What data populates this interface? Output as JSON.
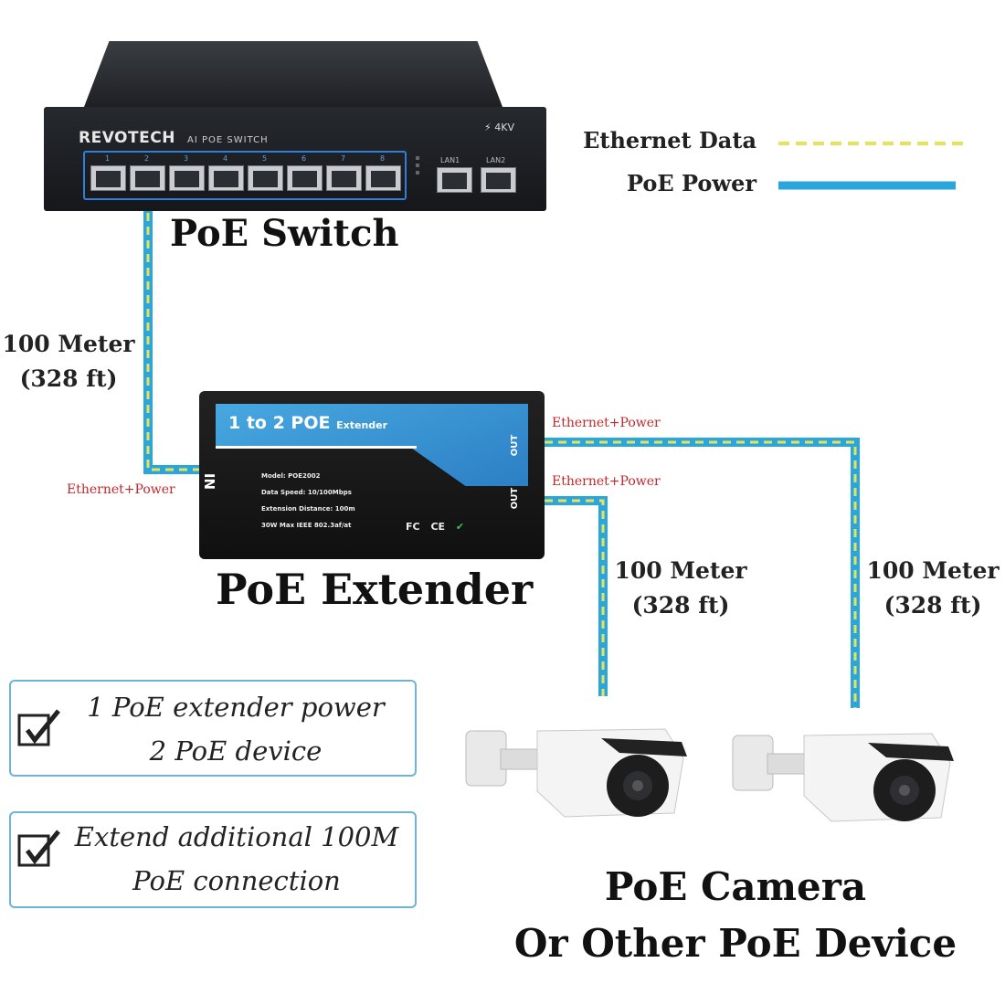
{
  "switch": {
    "brand": "REVOTECH",
    "model_tag": "AI POE SWITCH",
    "surge": "4KV",
    "port_numbers": [
      "1",
      "2",
      "3",
      "4",
      "5",
      "6",
      "7",
      "8"
    ],
    "uplink_labels": [
      "LAN1",
      "LAN2"
    ],
    "title": "PoE Switch"
  },
  "legend": {
    "items": [
      {
        "label": "Ethernet Data",
        "color": "#e6e35a"
      },
      {
        "label": "PoE Power",
        "color": "#2aa6dd"
      }
    ]
  },
  "extender": {
    "title": "PoE Extender",
    "banner": "1 to 2 POE",
    "banner_sub": "Extender",
    "in_label": "IN",
    "out_label": "OUT",
    "specs": [
      "Model: POE2002",
      "Data Speed: 10/100Mbps",
      "Extension Distance: 100m",
      "30W Max  IEEE 802.3af/at"
    ],
    "certs": [
      "FC",
      "CE"
    ]
  },
  "links": {
    "switch_to_extender": {
      "distance": "100 Meter",
      "distance_ft": "(328 ft)",
      "label": "Ethernet+Power"
    },
    "out1": {
      "distance": "100 Meter",
      "distance_ft": "(328 ft)",
      "label": "Ethernet+Power"
    },
    "out2": {
      "distance": "100 Meter",
      "distance_ft": "(328 ft)",
      "label": "Ethernet+Power"
    }
  },
  "features": [
    {
      "line1": "1 PoE extender power",
      "line2": "2 PoE device"
    },
    {
      "line1": "Extend  additional 100M",
      "line2": "PoE connection"
    }
  ],
  "device": {
    "line1": "PoE Camera",
    "line2": "Or Other PoE Device"
  },
  "colors": {
    "poe_blue": "#2aa6dd",
    "data_yellow": "#e6e35a",
    "label_red": "#c0282b",
    "feature_border": "#6fb3d6"
  }
}
